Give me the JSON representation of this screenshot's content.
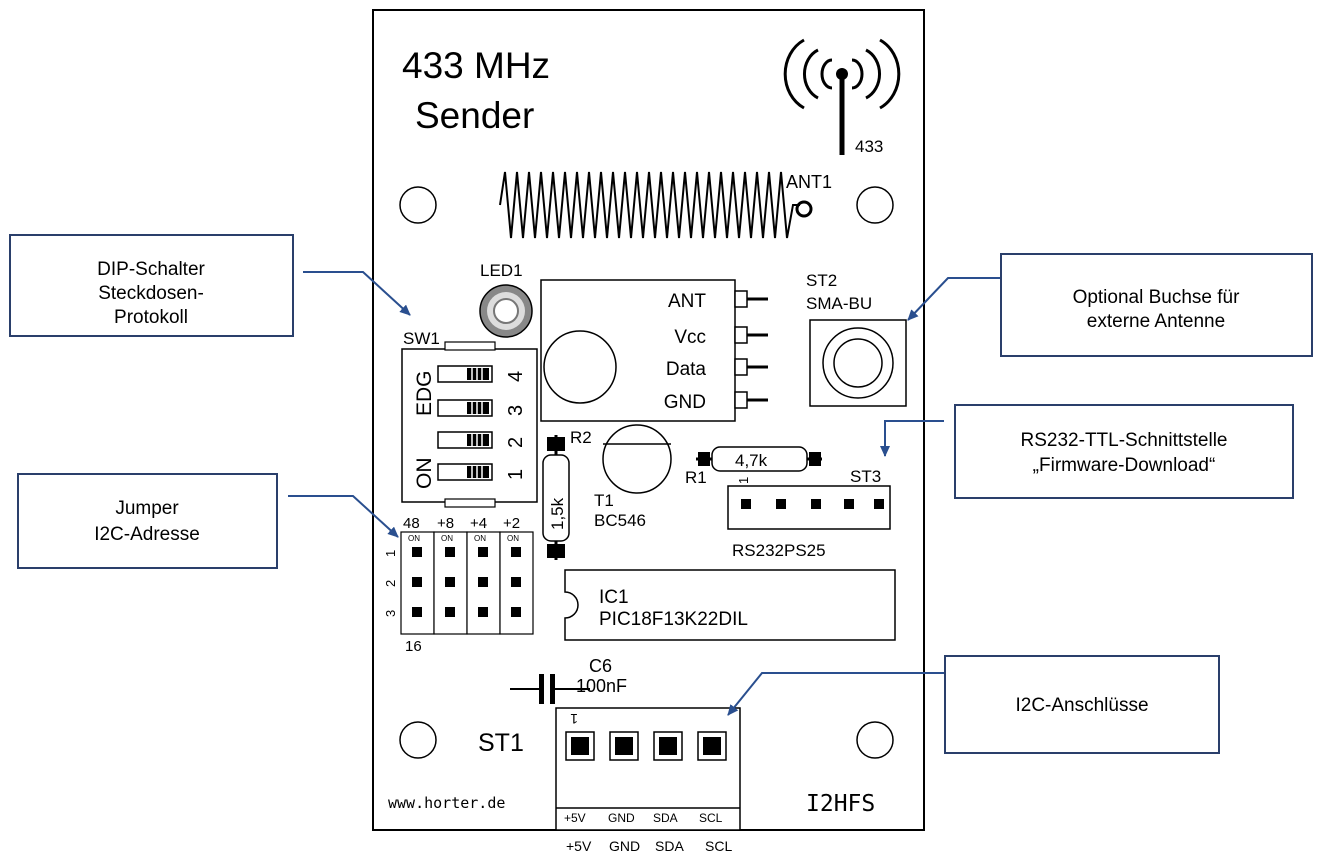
{
  "board": {
    "title_line1": "433 MHz",
    "title_line2": "Sender",
    "freq_label": "433",
    "ant_label": "ANT1",
    "led_label": "LED1",
    "sw_label": "SW1",
    "dip_side_top": "EDG",
    "dip_side_bottom": "ON",
    "dip_numbers": [
      "4",
      "3",
      "2",
      "1"
    ],
    "module_pins": [
      "ANT",
      "Vcc",
      "Data",
      "GND"
    ],
    "st2_label": "ST2",
    "st2_type": "SMA-BU",
    "r2_label": "R2",
    "r2_value": "1,5k",
    "t1_label": "T1",
    "t1_type": "BC546",
    "r1_label": "R1",
    "r1_value": "4,7k",
    "st3_label": "ST3",
    "st3_type": "RS232PS25",
    "st3_pin1": "1",
    "jumper_top": [
      "48",
      "+8",
      "+4",
      "+2"
    ],
    "jumper_rows": [
      "1",
      "2",
      "3"
    ],
    "jumper_on": "ON",
    "jumper_bottom": "16",
    "ic1_label": "IC1",
    "ic1_type": "PIC18F13K22DIL",
    "c6_label": "C6",
    "c6_value": "100nF",
    "st1_label": "ST1",
    "st1_pin1": "1",
    "url": "www.horter.de",
    "board_name": "I2HFS",
    "st1_pins": [
      "+5V",
      "GND",
      "SDA",
      "SCL"
    ]
  },
  "callouts": {
    "dip": [
      "DIP-Schalter",
      "Steckdosen-",
      "Protokoll"
    ],
    "jumper": [
      "Jumper",
      "I2C-Adresse"
    ],
    "antenna": [
      "Optional Buchse für",
      "externe Antenne"
    ],
    "rs232": [
      "RS232-TTL-Schnittstelle",
      "„Firmware-Download“"
    ],
    "i2c": [
      "I2C-Anschlüsse"
    ]
  },
  "bottom_pins": [
    "+5V",
    "GND",
    "SDA",
    "SCL"
  ],
  "colors": {
    "callout_border": "#2a3f6b",
    "arrow": "#2a4f8f",
    "board": "#000000"
  }
}
